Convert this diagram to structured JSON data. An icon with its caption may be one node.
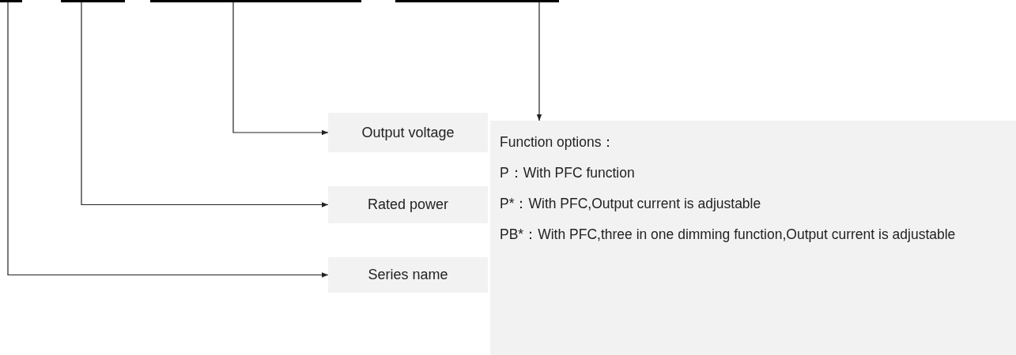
{
  "diagram": {
    "nodes": [
      {
        "text": [],
        "shape": "bar"
      },
      {
        "text": [],
        "shape": "bar"
      },
      {
        "text": [],
        "shape": "bar"
      },
      {
        "text": [],
        "shape": "bar"
      },
      {
        "text": [
          "Output voltage"
        ]
      },
      {
        "text": [
          "Rated power"
        ]
      },
      {
        "text": [
          "Series name"
        ]
      },
      {
        "text": [
          "Function options：",
          "P：With PFC function",
          "P*：With PFC,Output current is adjustable",
          "PB*：With PFC,three in one dimming function,Output current is adjustable"
        ]
      }
    ],
    "edges": [
      {
        "from": 0,
        "to": 6,
        "arrow": "to"
      },
      {
        "from": 1,
        "to": 5,
        "arrow": "to"
      },
      {
        "from": 2,
        "to": 4,
        "arrow": "to"
      },
      {
        "from": 3,
        "to": 7,
        "arrow": "to"
      }
    ]
  }
}
